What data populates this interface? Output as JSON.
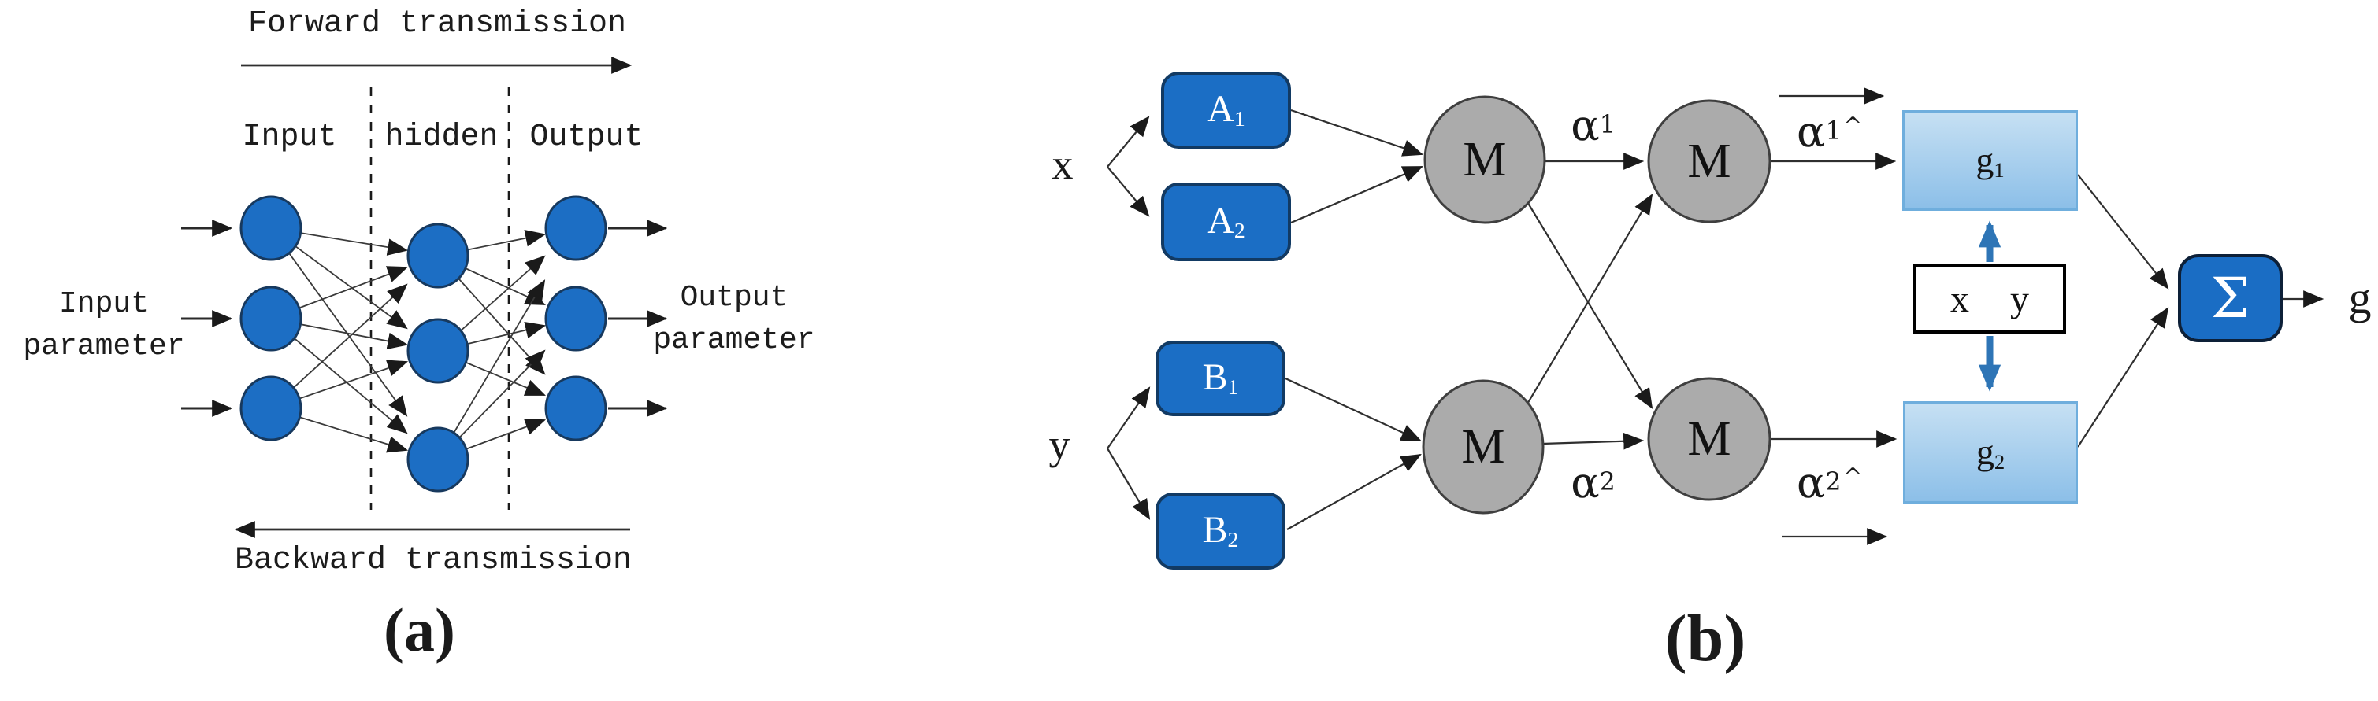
{
  "figure": {
    "panel_a": {
      "caption": "(a)",
      "forward_arrow_label": "Forward transmission",
      "backward_arrow_label": "Backward transmission",
      "column_labels": {
        "input": "Input",
        "hidden": "hidden",
        "output": "Output"
      },
      "left_caption": {
        "line1": "Input",
        "line2": "parameter"
      },
      "right_caption": {
        "line1": "Output",
        "line2": "parameter"
      },
      "colors": {
        "node_fill": "#1c6ec4",
        "node_stroke": "#17395e"
      }
    },
    "panel_b": {
      "caption": "(b)",
      "x_input_label": "x",
      "y_input_label": "y",
      "fuzzy_sets": [
        {
          "base": "A",
          "sub": "1"
        },
        {
          "base": "A",
          "sub": "2"
        },
        {
          "base": "B",
          "sub": "1"
        },
        {
          "base": "B",
          "sub": "2"
        }
      ],
      "m_node_label": "M",
      "alpha": {
        "a1": {
          "base": "α",
          "sub": "1",
          "hat": ""
        },
        "a2": {
          "base": "α",
          "sub": "2",
          "hat": ""
        },
        "a1_hat": {
          "base": "α",
          "sub": "1",
          "hat": "^"
        },
        "a2_hat": {
          "base": "α",
          "sub": "2",
          "hat": "^"
        }
      },
      "g_nodes": [
        {
          "base": "g",
          "sub": "1"
        },
        {
          "base": "g",
          "sub": "2"
        }
      ],
      "xy_box": {
        "x": "x",
        "y": "y"
      },
      "sum_node_label": "Σ",
      "output_label": "g",
      "colors": {
        "box_blue": "#1b6ec5",
        "box_border": "#123a63",
        "m_fill": "#ababab",
        "m_stroke": "#3f3f3f",
        "g_fill_top": "#c6e0f3",
        "g_fill_bottom": "#8cbfe8",
        "g_border": "#6faedd",
        "arrow_blue": "#2e75b6"
      }
    }
  }
}
